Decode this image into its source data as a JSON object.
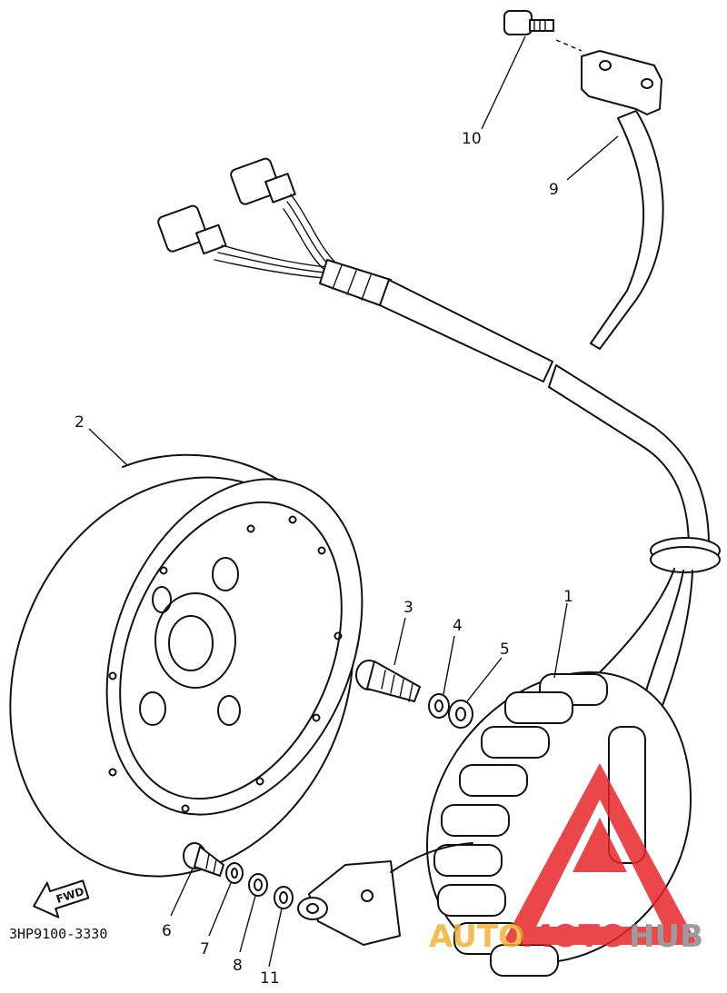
{
  "callouts": {
    "c1": "1",
    "c2": "2",
    "c3": "3",
    "c4": "4",
    "c5": "5",
    "c6": "6",
    "c7": "7",
    "c8": "8",
    "c9": "9",
    "c10": "10",
    "c11": "11"
  },
  "part_number": "3HP9100-3330",
  "fwd_label": "FWD",
  "watermark": {
    "part1": "AUTO",
    "part2": "MOTO",
    "part3": "HUB",
    "colors": {
      "red": "#e8262a",
      "orange": "#f2b233",
      "gray": "#8a8a8a"
    }
  }
}
